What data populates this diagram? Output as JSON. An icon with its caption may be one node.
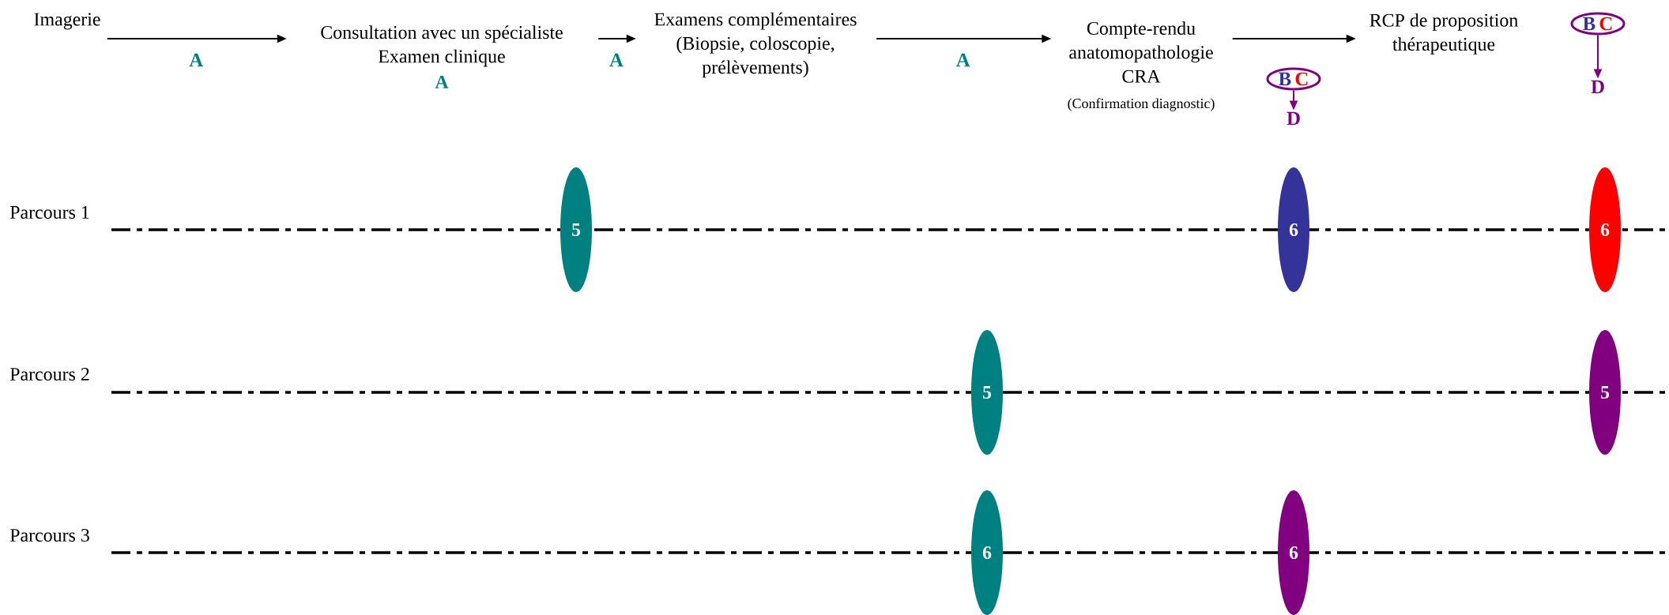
{
  "diagram": {
    "nodes": [
      {
        "text": [
          "Imagerie"
        ]
      },
      {
        "text": [
          "Consultation avec un spécialiste Examen clinique",
          "A"
        ]
      },
      {
        "text": [
          "Examens complémentaires (Biopsie, coloscopie, prélèvements)"
        ]
      },
      {
        "text": [
          "Compte-rendu anatomopathologie CRA",
          "(Confirmation diagnostic)"
        ]
      },
      {
        "text": [
          "RCP de proposition thérapeutique"
        ]
      },
      {
        "text": [
          "B",
          "C"
        ]
      },
      {
        "text": [
          "D"
        ]
      },
      {
        "text": [
          "B",
          "C"
        ]
      },
      {
        "text": [
          "D"
        ]
      },
      {
        "text": [
          "5"
        ]
      },
      {
        "text": [
          "6"
        ]
      },
      {
        "text": [
          "6"
        ]
      },
      {
        "text": [
          "5"
        ]
      },
      {
        "text": [
          "5"
        ]
      },
      {
        "text": [
          "6"
        ]
      },
      {
        "text": [
          "6"
        ]
      }
    ],
    "edges": [
      {
        "from": 0,
        "to": 1,
        "arrow": "to",
        "label": "A"
      },
      {
        "from": 1,
        "to": 2,
        "arrow": "to",
        "label": "A"
      },
      {
        "from": 2,
        "to": 3,
        "arrow": "to",
        "label": "A"
      },
      {
        "from": 3,
        "to": 4,
        "arrow": "to"
      },
      {
        "from": 5,
        "to": 6,
        "arrow": "to",
        "color": "#800080"
      },
      {
        "from": 7,
        "to": 8,
        "arrow": "to",
        "color": "#800080"
      }
    ],
    "labels": [
      "Parcours 1",
      "Parcours 2",
      "Parcours 3"
    ]
  }
}
